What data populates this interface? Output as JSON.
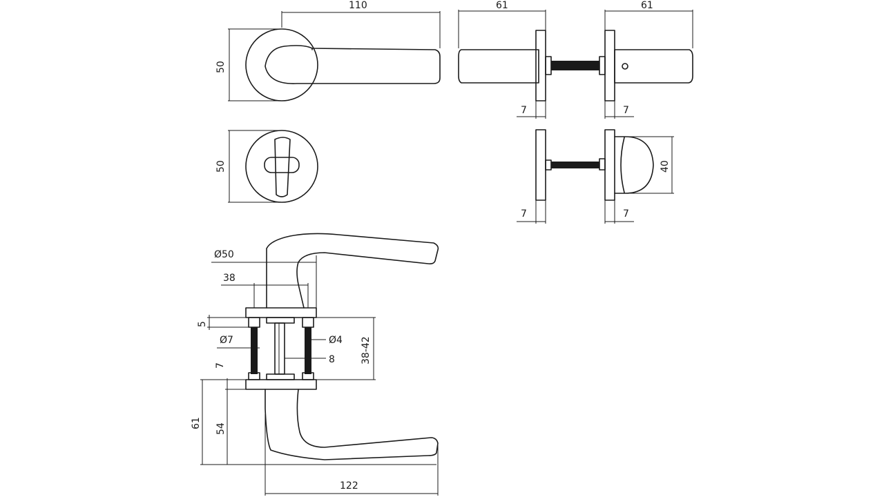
{
  "views": {
    "front_lever": {
      "width": "110",
      "height": "50"
    },
    "front_wc_rose": {
      "height": "50"
    },
    "side_lever_pair": {
      "left_length": "61",
      "right_length": "61",
      "left_rose": "7",
      "right_rose": "7"
    },
    "side_wc_pair": {
      "turn_height": "40",
      "left_rose": "7",
      "right_rose": "7"
    },
    "section_lever": {
      "rose_diameter": "Ø50",
      "screw_spacing": "38",
      "rose_top": "5",
      "bush_diameter": "Ø7",
      "screw_diameter": "Ø4",
      "spindle": "8",
      "door_thickness": "38-42",
      "rose_bottom": "7",
      "total_height": "61",
      "lever_height": "54",
      "lever_length": "122"
    }
  }
}
